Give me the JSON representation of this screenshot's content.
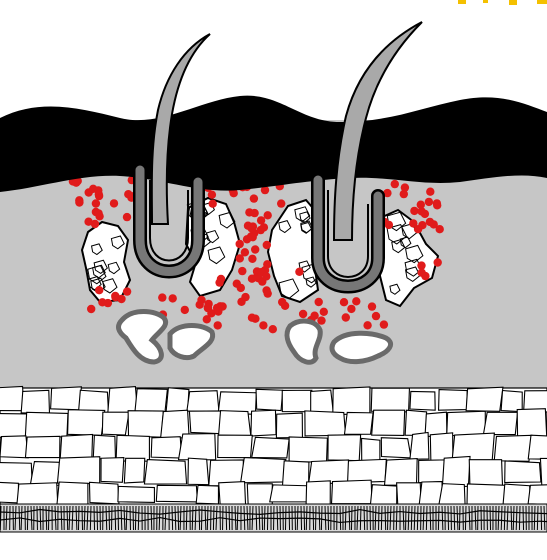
{
  "diagram": {
    "kind": "skin-cross-section",
    "labels": [],
    "colors": {
      "background": "#ffffff",
      "dermis": "#c6c6c6",
      "epidermis": "#000000",
      "hair_shaft": "#a9a9a9",
      "hair_outline": "#000000",
      "follicle_sheath": "#555555",
      "sebaceous_cells": "#ffffff",
      "inflammation_dots": "#e01b1b",
      "gland_duct": "#6a6a6a",
      "fat_cells": "#ffffff",
      "cell_outline": "#000000",
      "fascia_stripes": "#000000",
      "corner_accent": "#f4c000"
    },
    "structures": [
      {
        "name": "epidermis-layer",
        "icon": "black-wavy-band"
      },
      {
        "name": "dermis-layer",
        "icon": "grey-field"
      },
      {
        "name": "hair-shaft-left",
        "icon": "curved-hair"
      },
      {
        "name": "hair-shaft-right",
        "icon": "curved-hair"
      },
      {
        "name": "hair-follicle-left",
        "icon": "u-shaped-bulb"
      },
      {
        "name": "hair-follicle-right",
        "icon": "u-shaped-bulb"
      },
      {
        "name": "sebaceous-gland-clusters",
        "icon": "white-cell-cluster"
      },
      {
        "name": "inflammatory-cells",
        "icon": "red-dots"
      },
      {
        "name": "sweat-gland-ducts",
        "icon": "outlined-blobs"
      },
      {
        "name": "subcutaneous-fat-layer",
        "icon": "cell-mosaic"
      },
      {
        "name": "fascia-layer",
        "icon": "striped-band"
      }
    ]
  }
}
